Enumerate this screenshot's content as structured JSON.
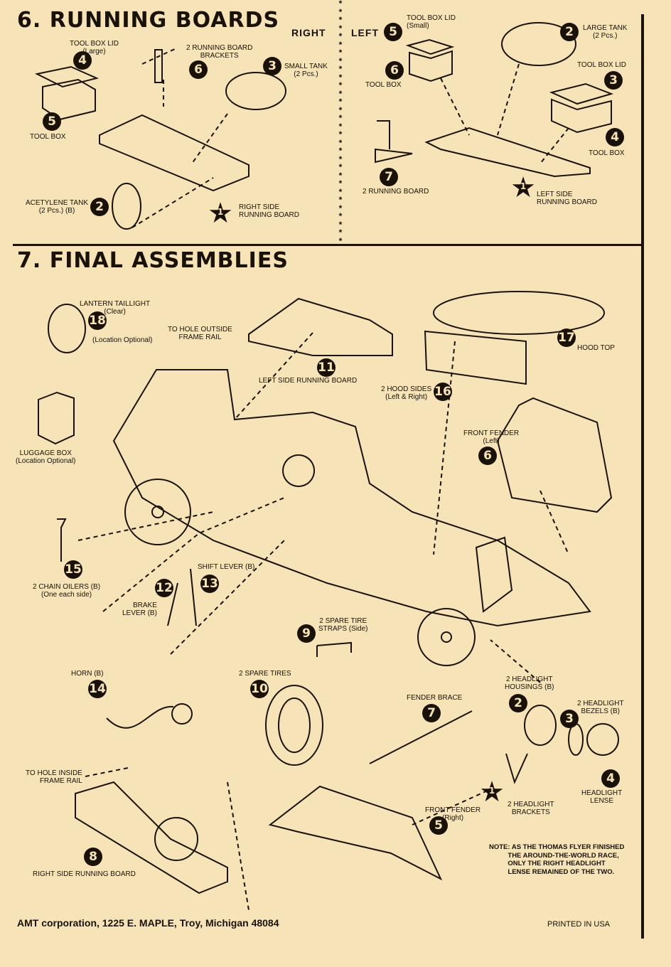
{
  "sec6": {
    "title": "6. RUNNING BOARDS",
    "right": "RIGHT",
    "left": "LEFT",
    "right_side": {
      "tool_box_lid": "TOOL BOX LID\n(Large)",
      "tool_box_lid_num": "4",
      "brackets": "2 RUNNING BOARD\nBRACKETS",
      "brackets_num": "6",
      "small_tank": "SMALL TANK\n(2 Pcs.)",
      "small_tank_num": "3",
      "tool_box": "TOOL BOX",
      "tool_box_num": "5",
      "acetylene": "ACETYLENE TANK\n(2 Pcs.) (B)",
      "acetylene_num": "2",
      "board": "RIGHT SIDE\nRUNNING BOARD",
      "board_num": "1"
    },
    "left_side": {
      "tool_box_lid_small": "TOOL BOX LID\n(Small)",
      "tool_box_lid_small_num": "5",
      "large_tank": "LARGE TANK\n(2 Pcs.)",
      "large_tank_num": "2",
      "tool_box": "TOOL BOX",
      "tool_box_num": "6",
      "tool_box_lid": "TOOL BOX LID",
      "tool_box_lid_num": "3",
      "tool_box_right": "TOOL BOX",
      "tool_box_right_num": "4",
      "brackets": "2 RUNNING BOARD",
      "brackets_num": "7",
      "board": "LEFT SIDE\nRUNNING BOARD",
      "board_num": "1"
    }
  },
  "sec7": {
    "title": "7. FINAL ASSEMBLIES",
    "lantern": "LANTERN TAILLIGHT\n(Clear)",
    "lantern_num": "18",
    "lantern_loc": "(Location Optional)",
    "hole_outside": "TO HOLE OUTSIDE\nFRAME RAIL",
    "left_board": "LEFT SIDE RUNNING BOARD",
    "left_board_num": "11",
    "hood_top": "HOOD TOP",
    "hood_top_num": "17",
    "hood_sides": "2 HOOD SIDES\n(Left & Right)",
    "hood_sides_num": "16",
    "luggage": "LUGGAGE BOX\n(Location Optional)",
    "front_fender_left": "FRONT FENDER\n(Left)",
    "front_fender_left_num": "6",
    "chain_oilers": "2 CHAIN OILERS (B)\n(One each side)",
    "chain_oilers_num": "15",
    "shift_lever": "SHIFT LEVER (B)",
    "shift_lever_num": "13",
    "brake_lever": "BRAKE\nLEVER (B)",
    "brake_lever_num": "12",
    "spare_straps": "2 SPARE TIRE\nSTRAPS (Side)",
    "spare_straps_num": "9",
    "horn": "HORN (B)",
    "horn_num": "14",
    "spare_tires": "2 SPARE TIRES",
    "spare_tires_num": "10",
    "fender_brace": "FENDER BRACE",
    "fender_brace_num": "7",
    "headlight_housings": "2 HEADLIGHT\nHOUSINGS (B)",
    "headlight_housings_num": "2",
    "headlight_bezels": "2 HEADLIGHT\nBEZELS (B)",
    "headlight_bezels_num": "3",
    "headlight_lense": "HEADLIGHT\nLENSE",
    "headlight_lense_num": "4",
    "hole_inside": "TO HOLE INSIDE\nFRAME RAIL",
    "headlight_brackets": "2 HEADLIGHT\nBRACKETS",
    "headlight_brackets_num": "1",
    "front_fender_right": "FRONT FENDER\n(Right)",
    "front_fender_right_num": "5",
    "right_board": "RIGHT SIDE RUNNING BOARD",
    "right_board_num": "8",
    "note": "NOTE: AS THE THOMAS FLYER FINISHED\n          THE AROUND-THE-WORLD RACE,\n          ONLY THE RIGHT HEADLIGHT\n          LENSE REMAINED OF THE TWO."
  },
  "footer": {
    "address": "AMT corporation, 1225 E. MAPLE, Troy, Michigan 48084",
    "printed": "PRINTED IN USA"
  }
}
